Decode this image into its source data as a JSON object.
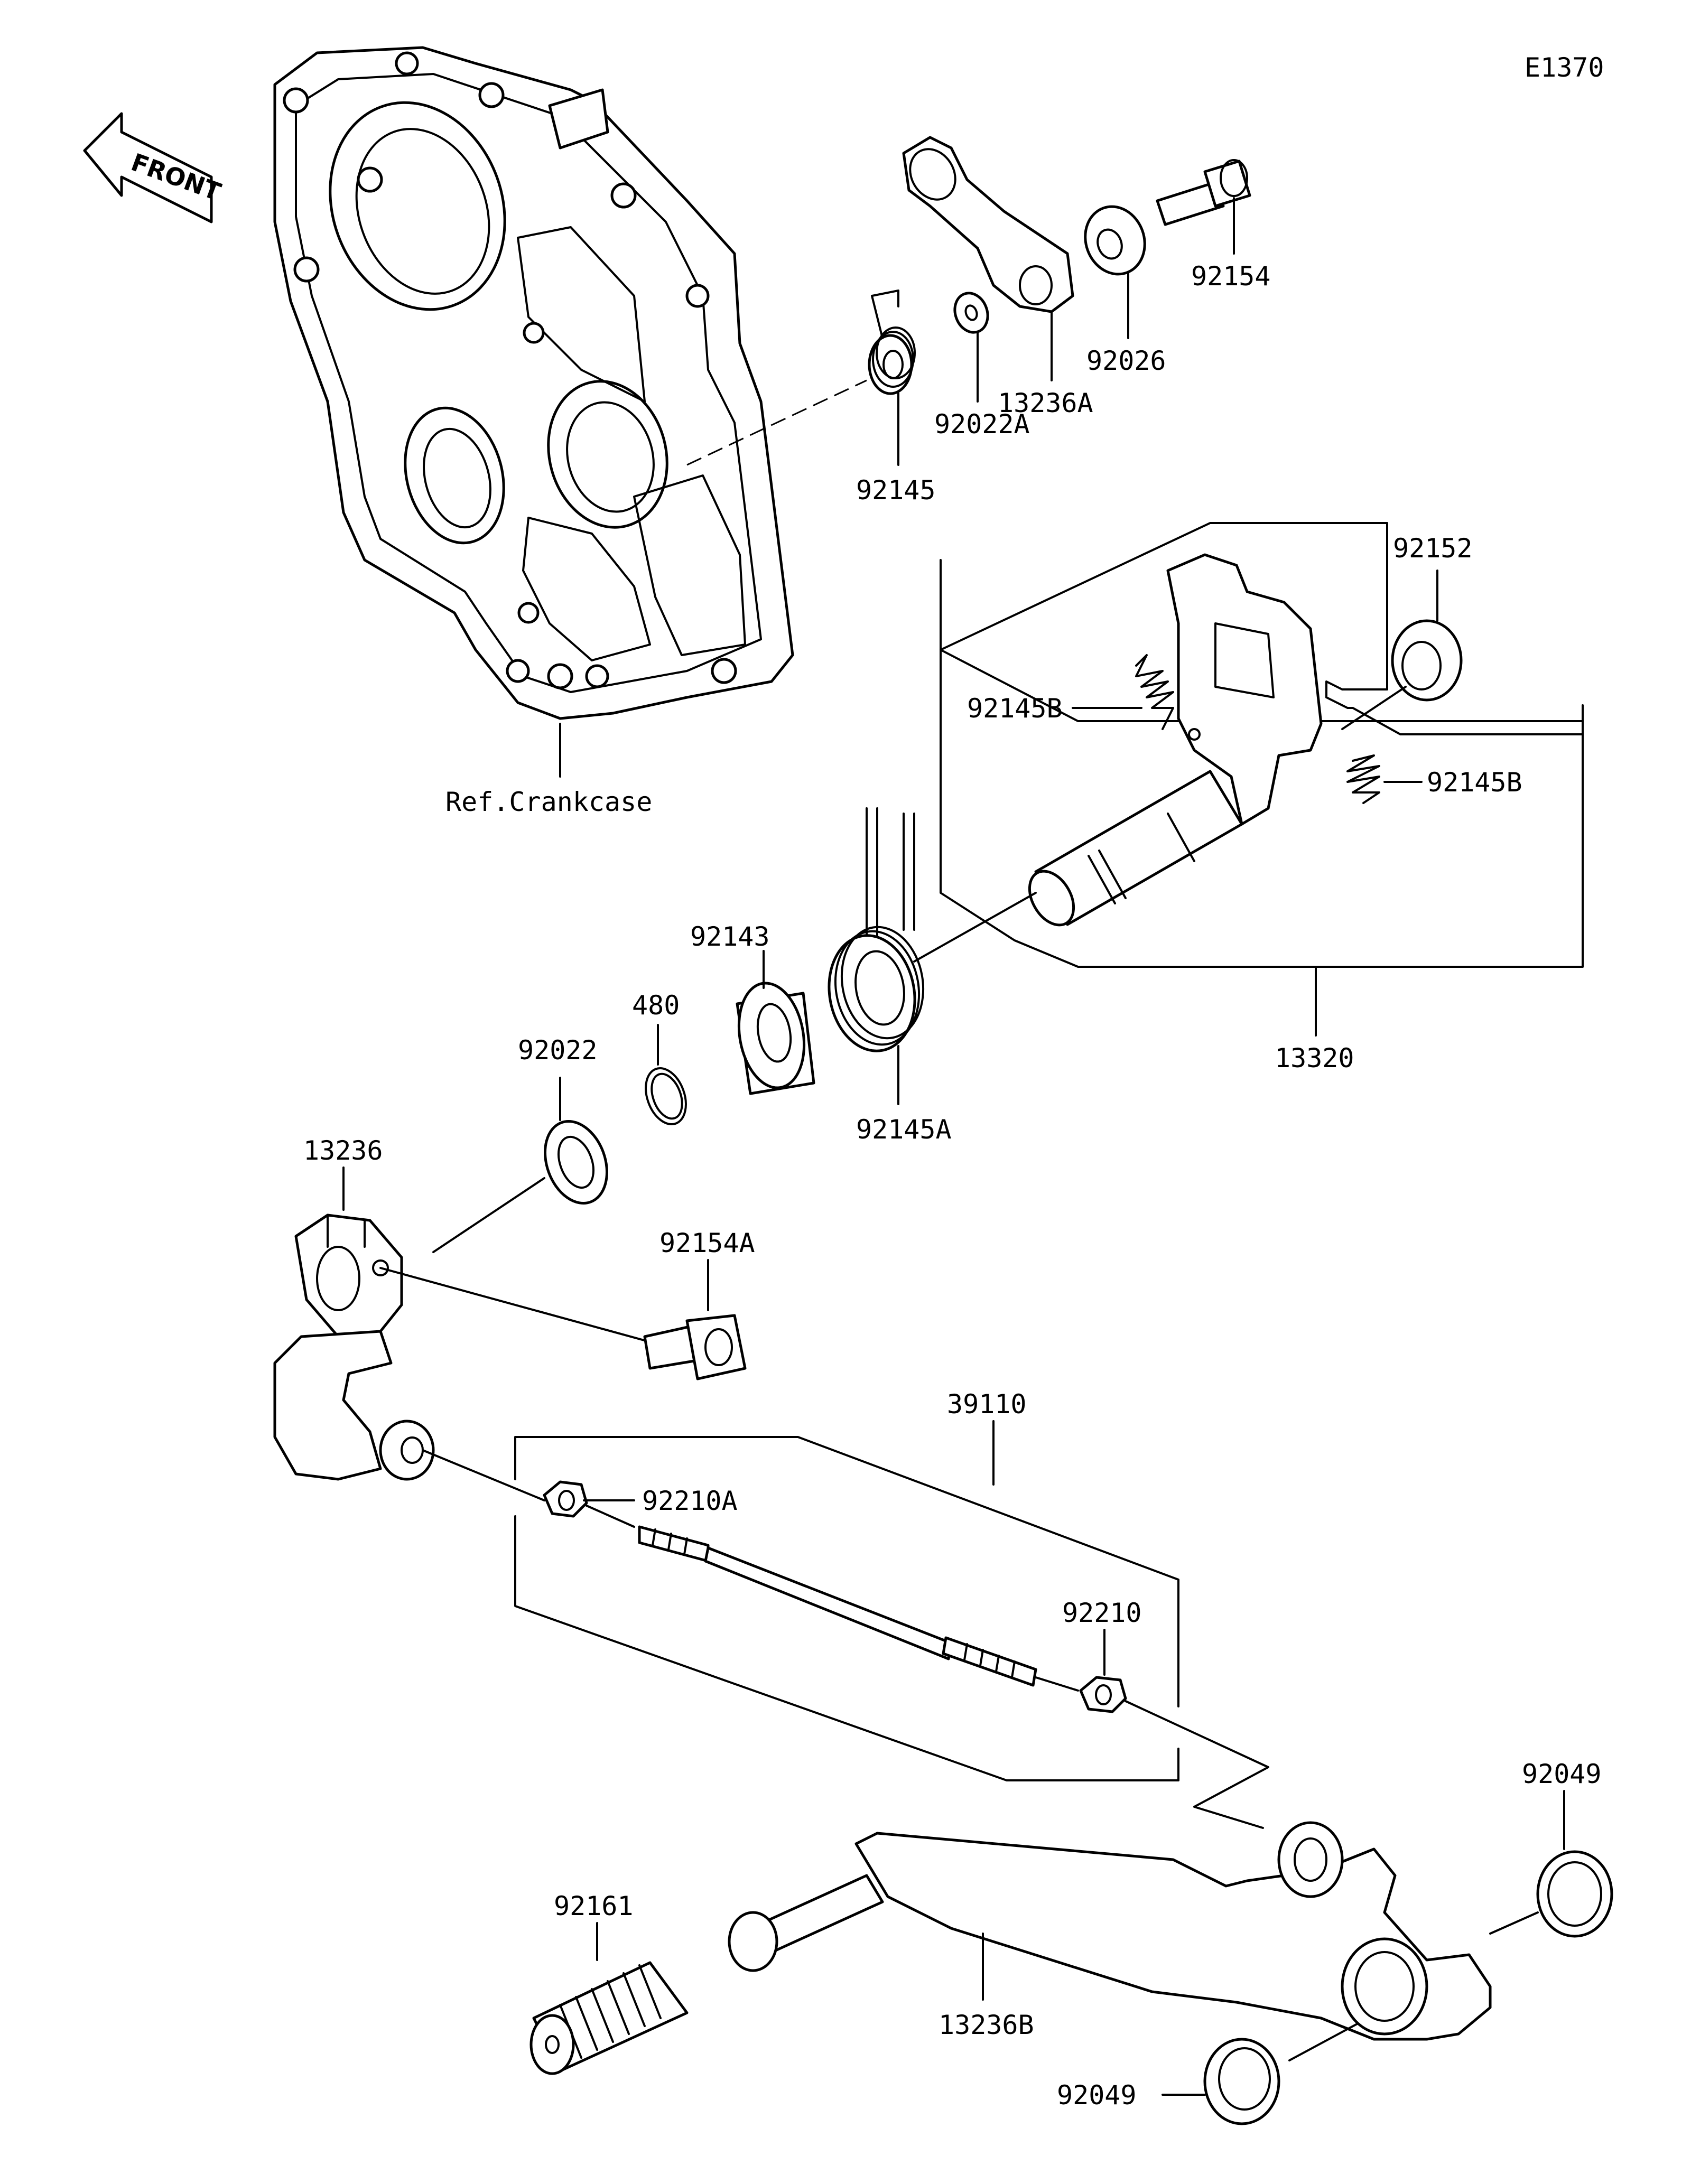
{
  "diagram_code": "E1370",
  "front_label": "FRONT",
  "ref_label": "Ref.Crankcase",
  "parts": {
    "p92154": "92154",
    "p92026": "92026",
    "p13236A": "13236A",
    "p92022A": "92022A",
    "p92145": "92145",
    "p92152": "92152",
    "p92145B_left": "92145B",
    "p92145B_right": "92145B",
    "p13320": "13320",
    "p92143": "92143",
    "p480": "480",
    "p92022": "92022",
    "p92145A": "92145A",
    "p13236": "13236",
    "p92154A": "92154A",
    "p39110": "39110",
    "p92210A": "92210A",
    "p92210": "92210",
    "p92049_top": "92049",
    "p92049_bottom": "92049",
    "p92161": "92161",
    "p13236B": "13236B"
  }
}
